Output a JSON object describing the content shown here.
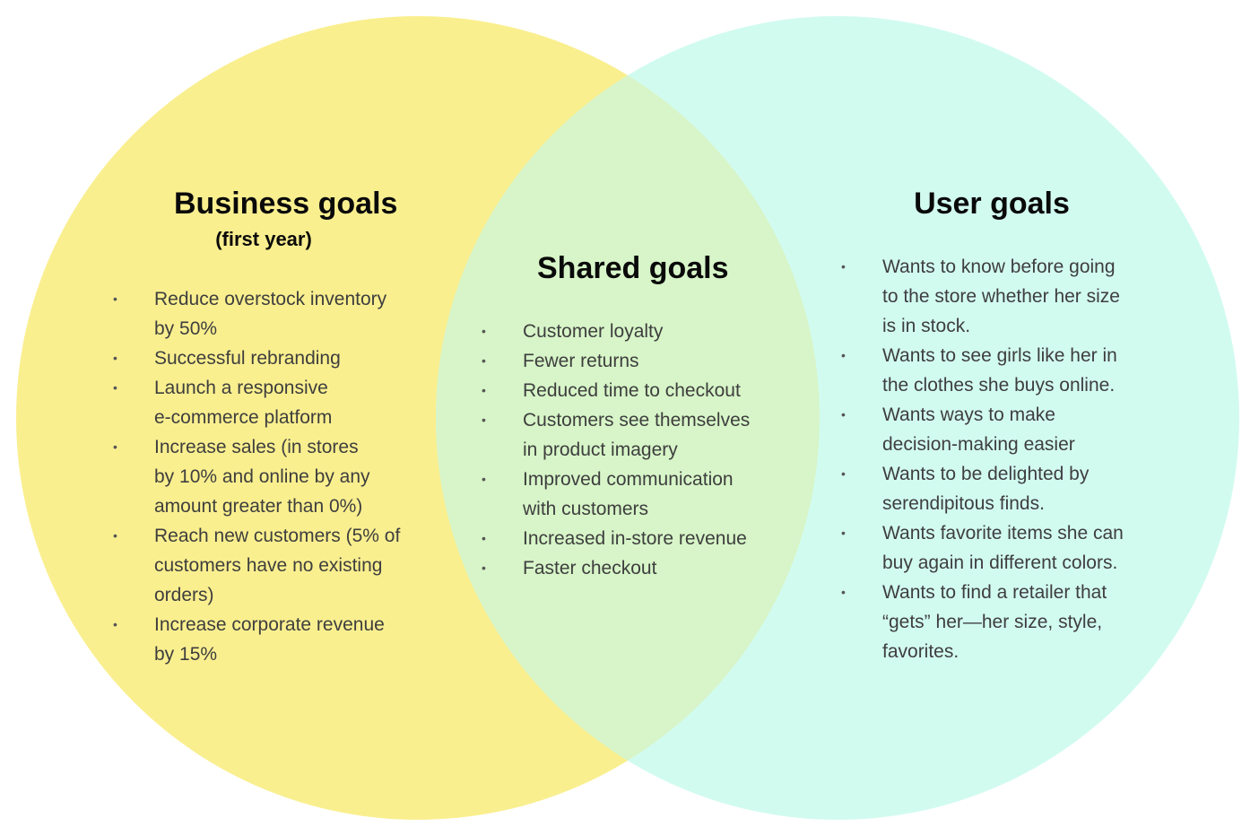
{
  "colors": {
    "business_circle": "#FAEF8F",
    "user_circle": "#D2FBF0",
    "overlap": "#D7F5C8",
    "heading_text": "#0A0A0A",
    "body_text": "#3E3E3E"
  },
  "business": {
    "title": "Business goals",
    "subtitle": "(first year)",
    "items": [
      [
        "Reduce overstock inventory",
        "by 50%"
      ],
      [
        "Successful rebranding"
      ],
      [
        "Launch a responsive",
        "e-commerce platform"
      ],
      [
        "Increase sales (in stores",
        "by 10% and online by any",
        "amount greater than 0%)"
      ],
      [
        "Reach new customers (5% of",
        "customers have no existing",
        "orders)"
      ],
      [
        "Increase corporate revenue",
        "by 15%"
      ]
    ]
  },
  "shared": {
    "title": "Shared goals",
    "items": [
      [
        "Customer loyalty"
      ],
      [
        "Fewer returns"
      ],
      [
        "Reduced time to checkout"
      ],
      [
        "Customers see themselves",
        "in product imagery"
      ],
      [
        "Improved communication",
        "with customers"
      ],
      [
        "Increased in-store revenue"
      ],
      [
        "Faster checkout"
      ]
    ]
  },
  "user": {
    "title": "User goals",
    "items": [
      [
        "Wants to know before going",
        "to the store whether her size",
        "is in stock."
      ],
      [
        "Wants to see girls like her in",
        "the clothes she buys online."
      ],
      [
        "Wants ways to make",
        "decision-making easier"
      ],
      [
        "Wants to be delighted by",
        "serendipitous finds."
      ],
      [
        "Wants favorite items she can",
        "buy again in different colors."
      ],
      [
        "Wants to find a retailer that",
        "“gets” her—her size, style,",
        "favorites."
      ]
    ]
  }
}
